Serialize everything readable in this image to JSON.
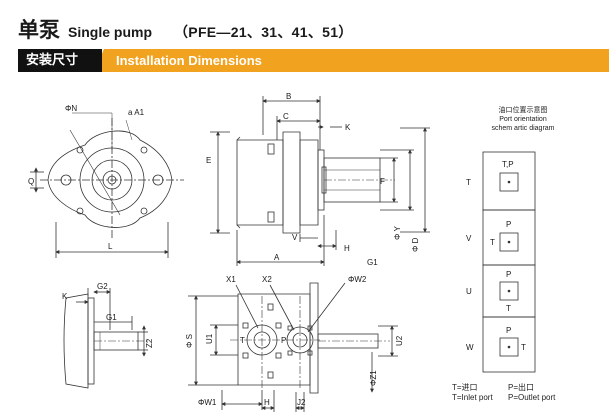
{
  "title": {
    "cn": "单泵",
    "en": "Single pump",
    "model": "（PFE—21、31、41、51）"
  },
  "banner": {
    "cn": "安装尺寸",
    "en": "Installation Dimensions"
  },
  "dims": {
    "phi_n": "ΦN",
    "a_a1": "a A1",
    "q": "Q",
    "l": "L",
    "b": "B",
    "c": "C",
    "k": "K",
    "e": "E",
    "f": "F",
    "v": "V",
    "h": "H",
    "a": "A",
    "g1": "G1",
    "phi_y": "Φ Y",
    "phi_d": "Φ D",
    "g2": "G2",
    "z2": "Z2",
    "x1": "X1",
    "x2": "X2",
    "phi_w2": "ΦW2",
    "phi_s": "Φ S",
    "u1": "U1",
    "u2": "U2",
    "t": "T",
    "p": "P",
    "phi_z1": "ΦZ1",
    "phi_w1": "ΦW1",
    "j2": "J2"
  },
  "port_orientation": {
    "heading_cn": "油口位置示意图",
    "heading_en_1": "Port orientation",
    "heading_en_2": "schem artic diagram",
    "rows": [
      {
        "code": "T",
        "top": "T,P",
        "side": "",
        "bottom": ""
      },
      {
        "code": "V",
        "top": "P",
        "side": "T",
        "bottom": ""
      },
      {
        "code": "U",
        "top": "P",
        "side": "",
        "bottom": "T"
      },
      {
        "code": "W",
        "top": "P",
        "side": "T",
        "bottom": ""
      }
    ]
  },
  "legend": {
    "t_cn": "T=进口",
    "p_cn": "P=出口",
    "t_en": "T=Inlet port",
    "p_en": "P=Outlet port"
  },
  "colors": {
    "banner_orange": "#f1a21f",
    "banner_black": "#111111",
    "line": "#333333"
  }
}
